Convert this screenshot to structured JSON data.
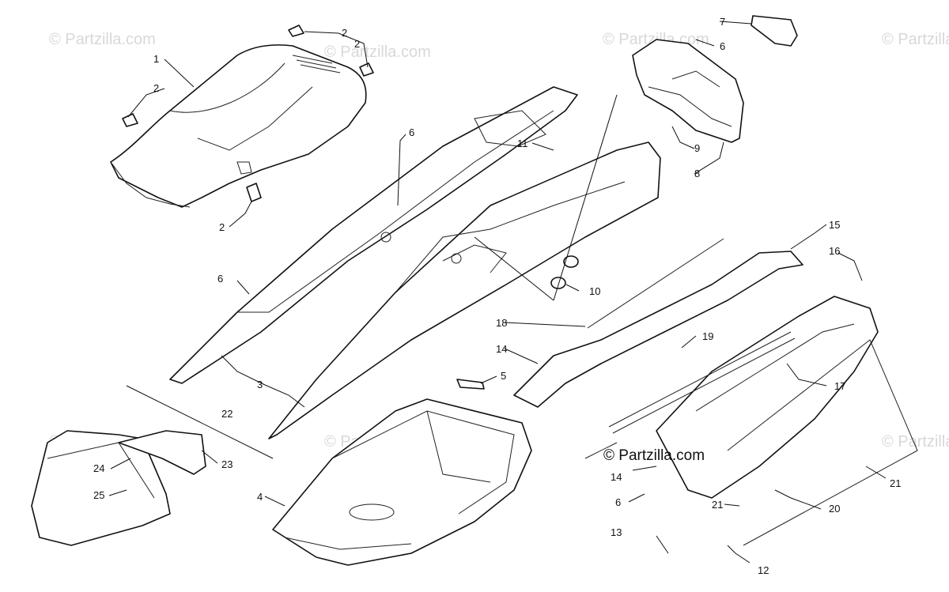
{
  "watermarks": {
    "faded": [
      "© Partzilla.com",
      "© Partzilla.com",
      "© Partzilla.com",
      "© Partzilla.com",
      "© Partzilla.com",
      "© Partzilla.com",
      "© Partzilla.com"
    ],
    "main": "© Partzilla.com"
  },
  "callouts": [
    "1",
    "2",
    "2",
    "2",
    "2",
    "3",
    "4",
    "5",
    "6",
    "6",
    "6",
    "6",
    "7",
    "8",
    "9",
    "10",
    "11",
    "12",
    "13",
    "14",
    "14",
    "15",
    "16",
    "17",
    "18",
    "19",
    "20",
    "21",
    "21",
    "22",
    "23",
    "24",
    "25"
  ]
}
